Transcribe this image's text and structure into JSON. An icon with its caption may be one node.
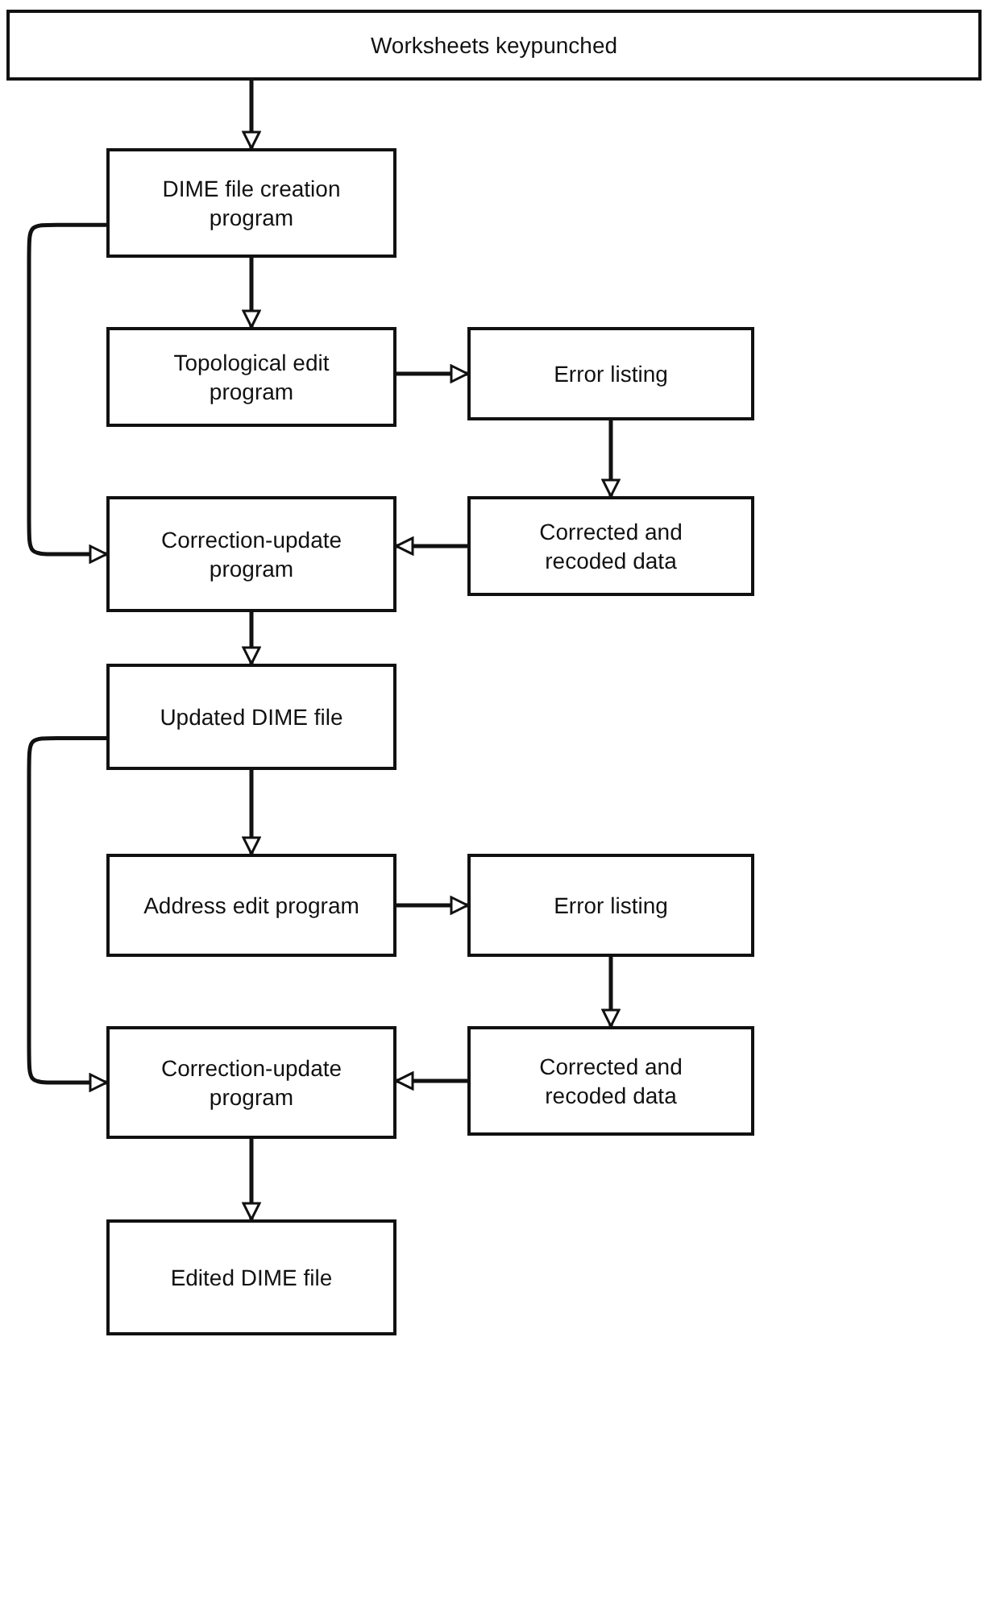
{
  "diagram": {
    "nodes": [
      {
        "text": [
          "Worksheets keypunched"
        ]
      },
      {
        "text": [
          "DIME file creation program"
        ]
      },
      {
        "text": [
          "Topological edit program"
        ]
      },
      {
        "text": [
          "Error listing"
        ]
      },
      {
        "text": [
          "Correction-update program"
        ]
      },
      {
        "text": [
          "Corrected and recoded data"
        ]
      },
      {
        "text": [
          "Updated DIME file"
        ]
      },
      {
        "text": [
          "Address edit program"
        ]
      },
      {
        "text": [
          "Error listing"
        ]
      },
      {
        "text": [
          "Correction-update program"
        ]
      },
      {
        "text": [
          "Corrected and recoded data"
        ]
      },
      {
        "text": [
          "Edited DIME file"
        ]
      }
    ],
    "edges": [
      {
        "from": 0,
        "to": 1,
        "arrow": "to"
      },
      {
        "from": 1,
        "to": 2,
        "arrow": "to"
      },
      {
        "from": 2,
        "to": 3,
        "arrow": "to"
      },
      {
        "from": 3,
        "to": 5,
        "arrow": "to"
      },
      {
        "from": 5,
        "to": 4,
        "arrow": "to"
      },
      {
        "from": 1,
        "to": 4,
        "arrow": "to"
      },
      {
        "from": 4,
        "to": 6,
        "arrow": "to"
      },
      {
        "from": 6,
        "to": 7,
        "arrow": "to"
      },
      {
        "from": 7,
        "to": 8,
        "arrow": "to"
      },
      {
        "from": 8,
        "to": 10,
        "arrow": "to"
      },
      {
        "from": 10,
        "to": 9,
        "arrow": "to"
      },
      {
        "from": 6,
        "to": 9,
        "arrow": "to"
      },
      {
        "from": 9,
        "to": 11,
        "arrow": "to"
      }
    ]
  }
}
